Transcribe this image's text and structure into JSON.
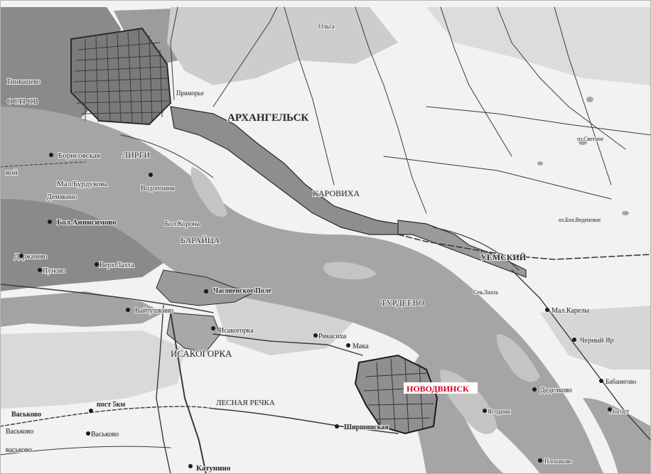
{
  "map": {
    "colors": {
      "water": "#a5a5a5",
      "land": "#f2f2f2",
      "wetland": "#c9c9c9",
      "forest": "#7e7e7e",
      "road": "#3a3a3a",
      "highlight": "#d8001f"
    },
    "labels": {
      "gorodishchevo": "Гинвашево",
      "ostrov": "ОСТРОВ",
      "ostrov_prefix": "ОСТРОВ",
      "pervomaisky_top": "Ольга",
      "arkhangelsk": "АРХАНГЕЛЬСК",
      "drug_north": "Приморье",
      "borisovskaya": "Борисовская",
      "lirgi": "ЛИРГИ",
      "left_voi": "вой",
      "mal_burdukovo": "Мал.Бурдукова",
      "vodopoinia": "Водопоиня",
      "demyakovo": "Демякино",
      "bol_anishino": "Бол.Аннисимово",
      "bol_korona": "Бол.Корона",
      "baraitsa": "БАРАЙЦА",
      "karoviha": "КАРОВИХА",
      "oz_svetnoe": "оз.Светное",
      "oz_bol_vedenskoe": "оз.Бол.Веденское",
      "uemsky": "УЕМСКИЙ",
      "derzhachevo": "Держачево",
      "punovo": "Пуново",
      "verh_lahta": "Верх.Лахта",
      "chasovenskoe": "Часовенское Поле",
      "turdeevo": "ТУРДЕЕВО",
      "sev_lahta": "Сев.Лахта",
      "mal_karely": "Мал.Карелы",
      "vaitushkino": "Вайтушкино",
      "isakogorka_small": "Исакогорка",
      "rikasikha": "Рикасиха",
      "maka": "Мака",
      "cherny_yar": "Черный Яр",
      "isakogorka": "ИСАКОГОРКА",
      "novodvinsk": "НОВОДВИНСК",
      "babanegovo": "Бабанегово",
      "lesnaya_rechka": "ЛЕСНАЯ РЕЧКА",
      "vaskovo_1": "Васьково",
      "post5": "пост 5км",
      "delikovo": "Деделково",
      "pogost": "Погост",
      "vaskovo_2": "Васьково",
      "vaskovo_3": "Васьково",
      "shirshinskaya": "Ширшинская",
      "yagodnik": "Ягодник",
      "vaskovo_bottom": "васьково",
      "katunino": "Катунино",
      "ploshkovo": "Плошково"
    }
  }
}
